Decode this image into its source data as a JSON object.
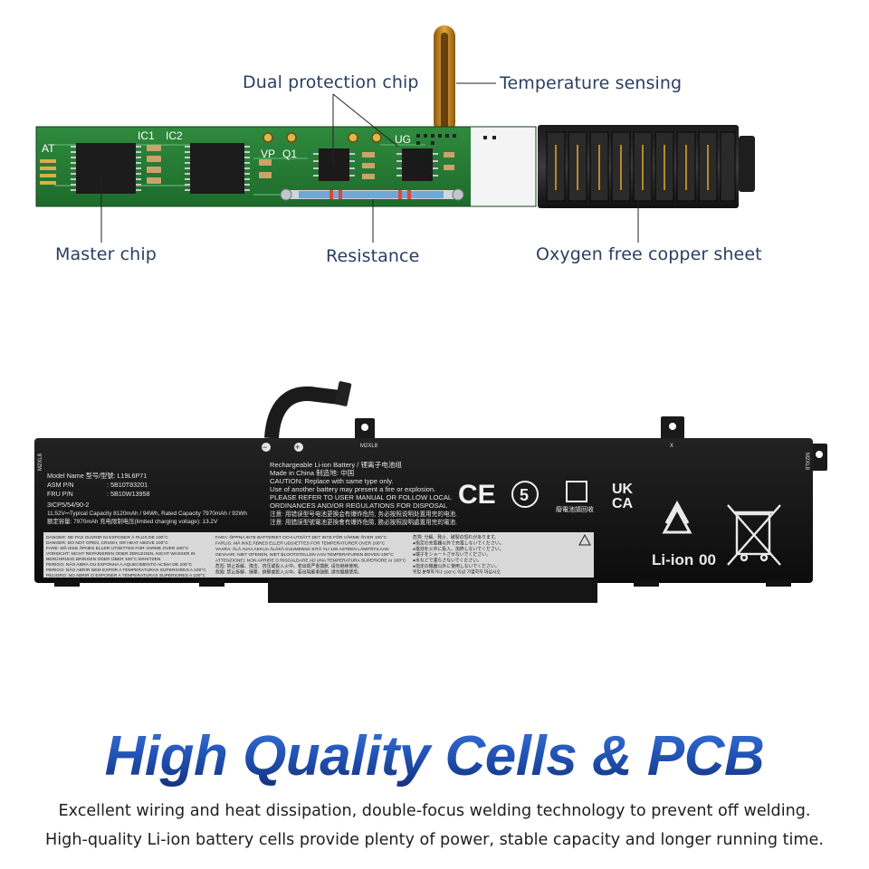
{
  "callouts": {
    "dual_protection_chip": "Dual protection chip",
    "temperature_sensing": "Temperature sensing",
    "master_chip": "Master chip",
    "resistance": "Resistance",
    "oxygen_free_copper_sheet": "Oxygen free copper sheet"
  },
  "pcb_markings": {
    "ic1": "IC1",
    "ic2": "IC2",
    "vp": "VP",
    "q1": "Q1",
    "ug": "UG",
    "at": "AT"
  },
  "battery_label": {
    "model_name": "Model Name 型号/型號: L19L6P71",
    "asm_pn": "ASM P/N",
    "asm_value": ": 5B10T83201",
    "fru_pn": "FRU P/N",
    "fru_value": ": 5B10W13958",
    "cell_config": "3ICP5/54/90-2",
    "capacity_line": "11.52V⎓Typical Capacity 8120mAh / 94Wh, Rated Capacity 7970mAh / 92Wh",
    "limited_line": "额定容量: 7970mAh  充电限制电压(limited charging voltage): 13.2V",
    "rech_title": "Rechargeable Li-ion Battery / 锂离子电池组",
    "made_in": "Made in China 制造地: 中国",
    "caution1": "CAUTION: Replace with same type only.",
    "caution2": "Use of another battery may present a fire or explosion.",
    "caution3": "PLEASE REFER TO USER MANUAL OR FOLLOW LOCAL",
    "caution4": "ORDINANCES AND/OR REGULATIONS FOR DISPOSAL",
    "caution5": "注意: 用错误型号电池更换会有爆炸危险, 务必按照说明处置用完的电池.",
    "caution6": "注意: 用錯誤型號電池更換會有爆炸危險, 務必按照說明處置用完的電池.",
    "polarity_minus": "−",
    "polarity_plus": "+",
    "m2xl8_top": "M2XL8",
    "m2xl8_side_left": "M2XL8",
    "m2xl8_side_right": "M2XL8",
    "screw_x": "X",
    "ce": "CE",
    "years": "5",
    "ukca_top": "UK",
    "ukca_bottom": "CA",
    "recycle_cn": "廢電池請回收",
    "li_ion": "Li-ion",
    "li_ion_code": "00",
    "warning_rows": [
      "DANGER:  NE PAS OUVRIR NI EXPOSER À PLUS DE 100°C",
      "DANGER:  DO NOT OPEN, CRUSH, OR HEAT ABOVE 100°C",
      "FARE:  MÅ IKKE ÅPNES ELLER UTSETTES FOR VARME OVER 100°C",
      "VORSICHT:  NICHT REPARIEREN ODER ZERLEGEN, NICHT WASSER IN",
      "BERÜHRUNG BRINGEN ODER ÜBER 100°C ERHITZEN",
      "PERIGO:  NÃO ABRA OU EXPONHA A AQUECIMENTO ACIMA DE 100°C",
      "PERIGO:  NÃO ABRIR NEM EXPOR A TEMPERATURAS SUPERIORES A 100°C",
      "PELIGRO:  NO ABRIR O EXPONER A TEMPERATURAS SUPERIORES A 100°C"
    ],
    "warning_rows_mid": [
      "FARA:  ÖPPNA INTE BATTERIET OCH UTSÄTT DET INTE FÖR VÄRME ÖVER 100°C",
      "FARLIG:  MÅ IKKE ÅBNES ELLER UDSÆTTES FOR TEMPERATURER OVER 100°C",
      "VAARA:  ÄLÄ AVAA AKKUA ÄLÄKÄ KUUMENNA SITÄ YLI 100 ASTEEN LÄMPÖTILAAN",
      "GEVAAR!:  NIET OPENEN, NIET BLOOTSTELLEN AAN TEMPERATUREN BOVEN 100°C",
      "ATTENZIONE!:  NON APRIRE O RISCALDARE AD UNA TEMPERATURA SUPERIORE AI 100°C",
      "危险:  禁止拆解、撞击、挤压或投入火中。若出现严重鼓胀, 请勿继续使用。",
      "危險:  禁止拆解、撞擊、擠壓或投入火中。若出現嚴重鼓脹, 請勿繼續使用。"
    ],
    "warning_rows_right": [
      "危険:  分解、発火、破裂の恐れがあります。",
      "●指定の充電器以外で充電しないでください。",
      "●電池を火中に投入、加熱しないでください。",
      "●端子をショートさせないでください。",
      "●水などで濡らさないでください。",
      "●指定の機器以外に使用しないでください。",
      "위험  분해하거나 100°C 이상 가열하지 마십시오"
    ]
  },
  "headline": "High Quality Cells & PCB",
  "descriptions": [
    "Excellent wiring and heat dissipation, double-focus welding technology to prevent off welding.",
    "High-quality Li-ion battery cells provide plenty of power, stable capacity and longer running time."
  ]
}
